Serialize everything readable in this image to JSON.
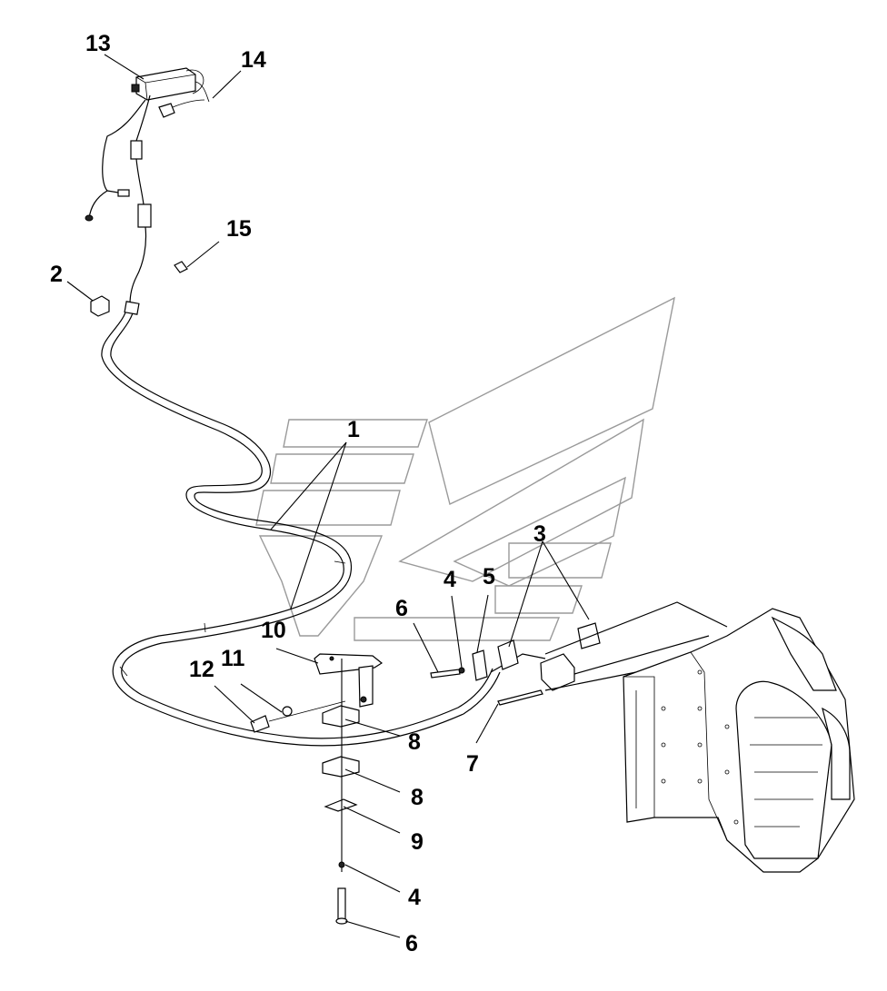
{
  "callouts": {
    "c1": "1",
    "c2": "2",
    "c3": "3",
    "c4a": "4",
    "c4b": "4",
    "c5": "5",
    "c6a": "6",
    "c6b": "6",
    "c7": "7",
    "c8a": "8",
    "c8b": "8",
    "c9": "9",
    "c10": "10",
    "c11": "11",
    "c12": "12",
    "c13": "13",
    "c14": "14",
    "c15": "15"
  }
}
